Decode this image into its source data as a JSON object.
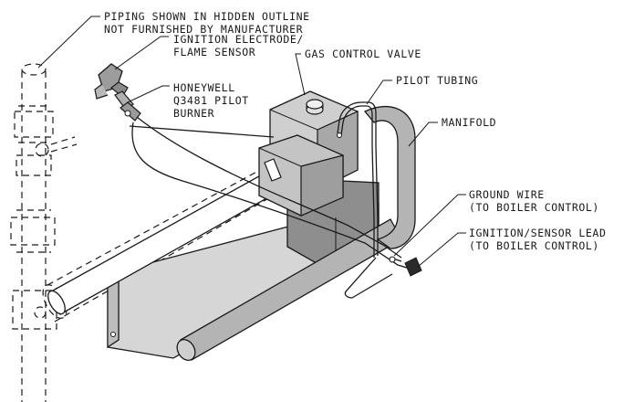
{
  "labels": {
    "piping_line1": "PIPING SHOWN IN HIDDEN OUTLINE",
    "piping_line2": "NOT FURNISHED BY MANUFACTURER",
    "electrode_line1": "IGNITION ELECTRODE/",
    "electrode_line2": "FLAME SENSOR",
    "pilot_line1": "HONEYWELL",
    "pilot_line2": "Q3481 PILOT",
    "pilot_line3": "BURNER",
    "gas_valve": "GAS CONTROL VALVE",
    "pilot_tubing": "PILOT TUBING",
    "manifold": "MANIFOLD",
    "ground_line1": "GROUND WIRE",
    "ground_line2": "(TO BOILER CONTROL)",
    "ignition_line1": "IGNITION/SENSOR LEAD",
    "ignition_line2": "(TO BOILER CONTROL)"
  },
  "colors": {
    "ink": "#1a1a1a",
    "valve_body": "#c8c8c8",
    "valve_shadow": "#9a9a9a",
    "tube": "#b4b4b4",
    "bracket": "#d6d6d6",
    "background": "#ffffff"
  }
}
